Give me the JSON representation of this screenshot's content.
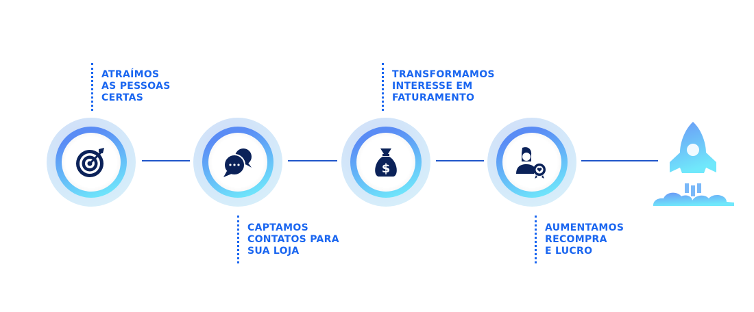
{
  "steps": [
    {
      "id": "attract",
      "icon": "target-icon",
      "lines": [
        "ATRAÍMOS",
        "AS PESSOAS",
        "CERTAS"
      ]
    },
    {
      "id": "capture",
      "icon": "chat-bubbles-icon",
      "lines": [
        "CAPTAMOS",
        "CONTATOS PARA",
        "SUA LOJA"
      ]
    },
    {
      "id": "transform",
      "icon": "money-bag-icon",
      "lines": [
        "TRANSFORMAMOS",
        "INTERESSE EM",
        "FATURAMENTO"
      ]
    },
    {
      "id": "increase",
      "icon": "customer-loyalty-icon",
      "lines": [
        "AUMENTAMOS",
        "RECOMPRA",
        "E LUCRO"
      ]
    }
  ],
  "final_icon": "rocket-icon",
  "colors": {
    "text": "#1a66f0",
    "icon": "#0b2259",
    "connector": "#1f55c9"
  }
}
